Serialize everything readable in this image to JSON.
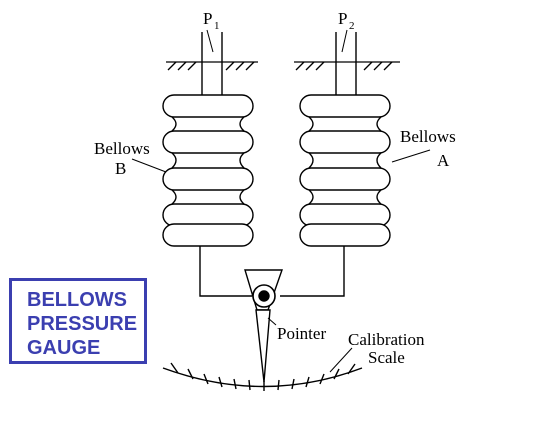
{
  "diagram": {
    "labels": {
      "p1": "P",
      "p1_sub": "1",
      "p2": "P",
      "p2_sub": "2",
      "bellows_b_line1": "Bellows",
      "bellows_b_line2": "B",
      "bellows_a_line1": "Bellows",
      "bellows_a_line2": "A",
      "pointer": "Pointer",
      "calibration_line1": "Calibration",
      "calibration_line2": "Scale"
    },
    "title": {
      "line1": "BELLOWS",
      "line2": "PRESSURE",
      "line3": "GAUGE"
    },
    "colors": {
      "stroke": "#000000",
      "title": "#3b3fb0"
    }
  }
}
